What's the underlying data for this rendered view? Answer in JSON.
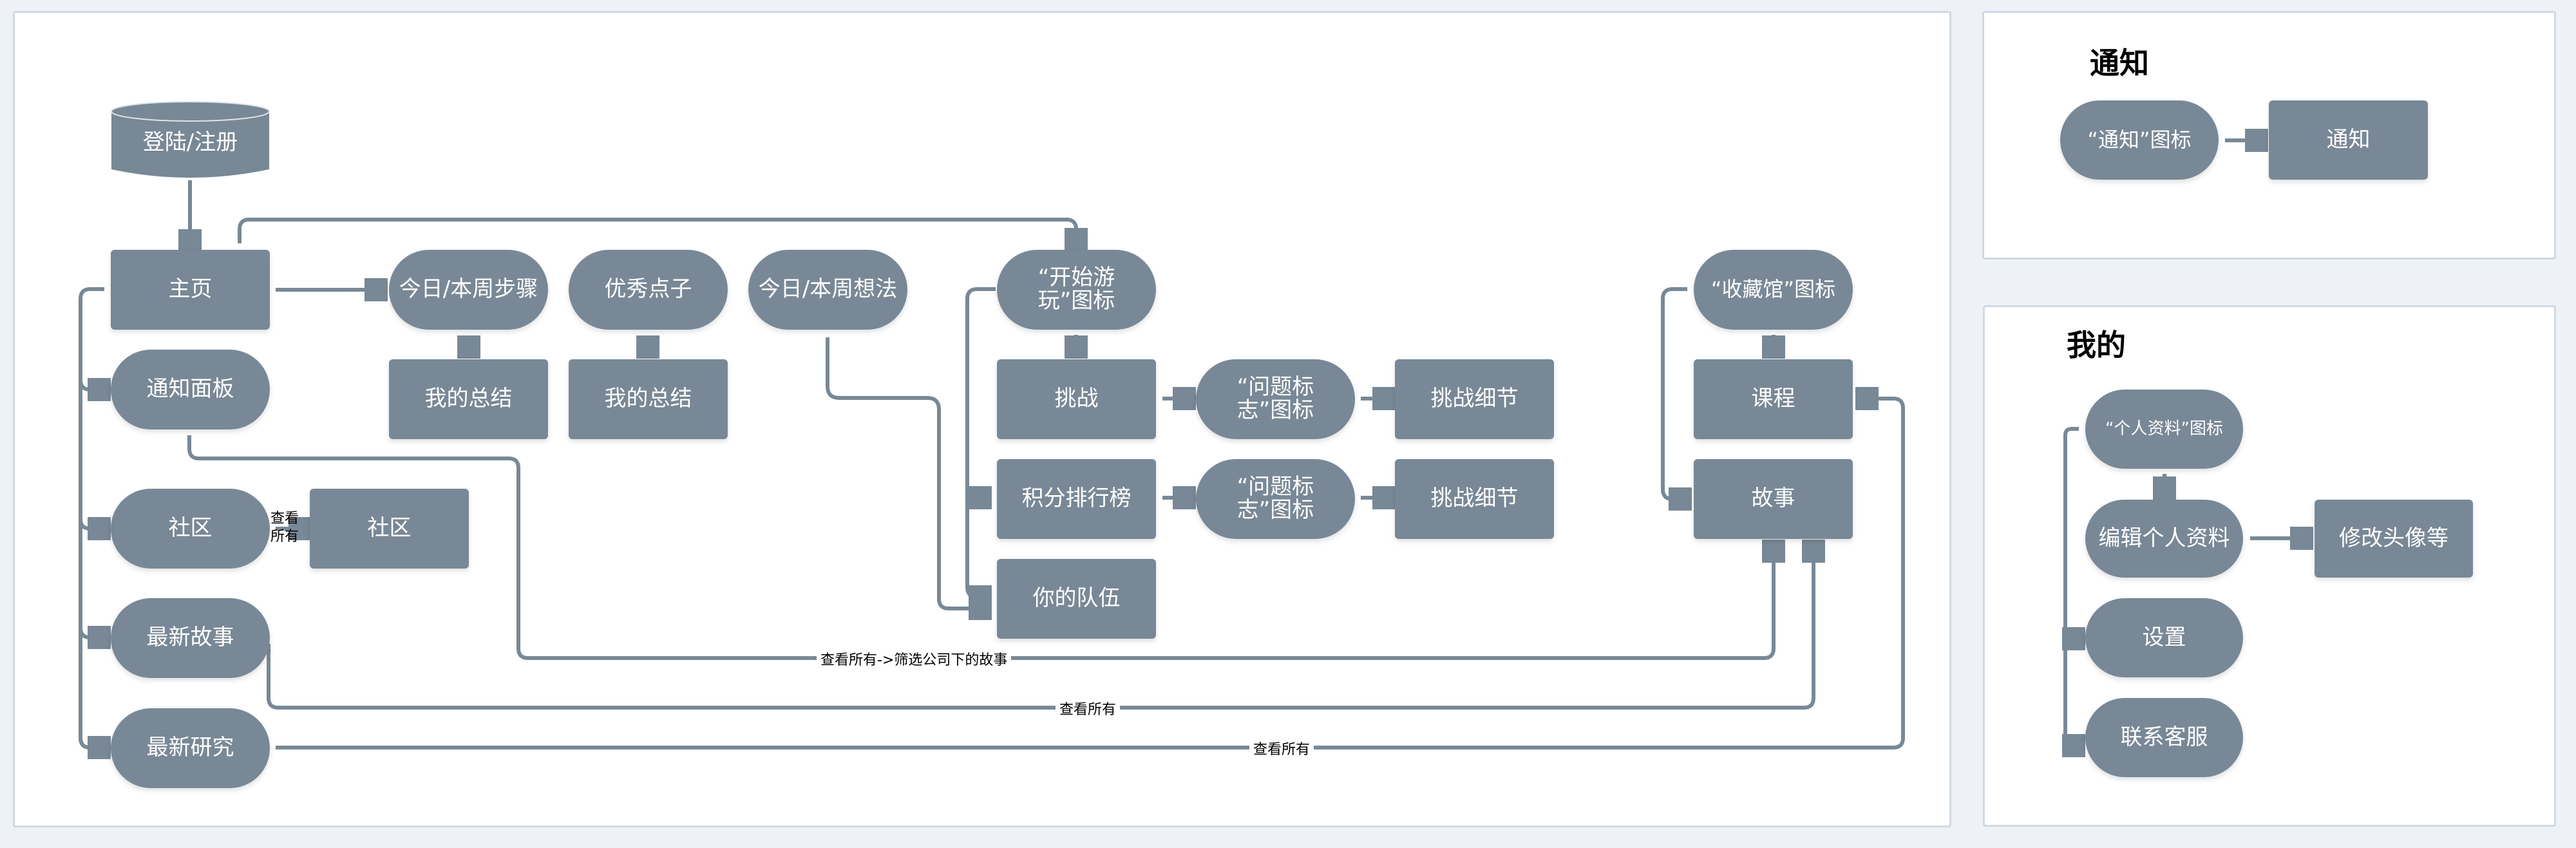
{
  "colors": {
    "node": "#788896",
    "line": "#788896",
    "background": "#eef2f6",
    "panel": "#ffffff"
  },
  "main_flow": {
    "login": "登陆/注册",
    "home": "主页",
    "notification_panel": "通知面板",
    "community": "社区",
    "community_view_all_line1": "查看",
    "community_view_all_line2": "所有",
    "community_page": "社区",
    "latest_stories": "最新故事",
    "latest_research": "最新研究",
    "daily_steps": "今日/本周步骤",
    "my_summary_1": "我的总结",
    "good_ideas": "优秀点子",
    "my_summary_2": "我的总结",
    "daily_thoughts": "今日/本周想法",
    "start_play_icon": "“开始游玩”图标",
    "challenge": "挑战",
    "leaderboard": "积分排行榜",
    "question_flag_icon_1": "“问题标志”图标",
    "question_flag_icon_2": "“问题标志”图标",
    "challenge_detail_1": "挑战细节",
    "challenge_detail_2": "挑战细节",
    "your_team": "你的队伍",
    "collection_icon": "“收藏馆”图标",
    "courses": "课程",
    "stories": "故事",
    "edge_label_filter": "查看所有->筛选公司下的故事",
    "edge_label_view_all_1": "查看所有",
    "edge_label_view_all_2": "查看所有"
  },
  "notification_section": {
    "title": "通知",
    "icon_node": "“通知”图标",
    "target_node": "通知"
  },
  "profile_section": {
    "title": "我的",
    "profile_icon": "“个人资料”图标",
    "edit_profile": "编辑个人资料",
    "edit_target": "修改头像等",
    "settings": "设置",
    "contact_support": "联系客服"
  }
}
